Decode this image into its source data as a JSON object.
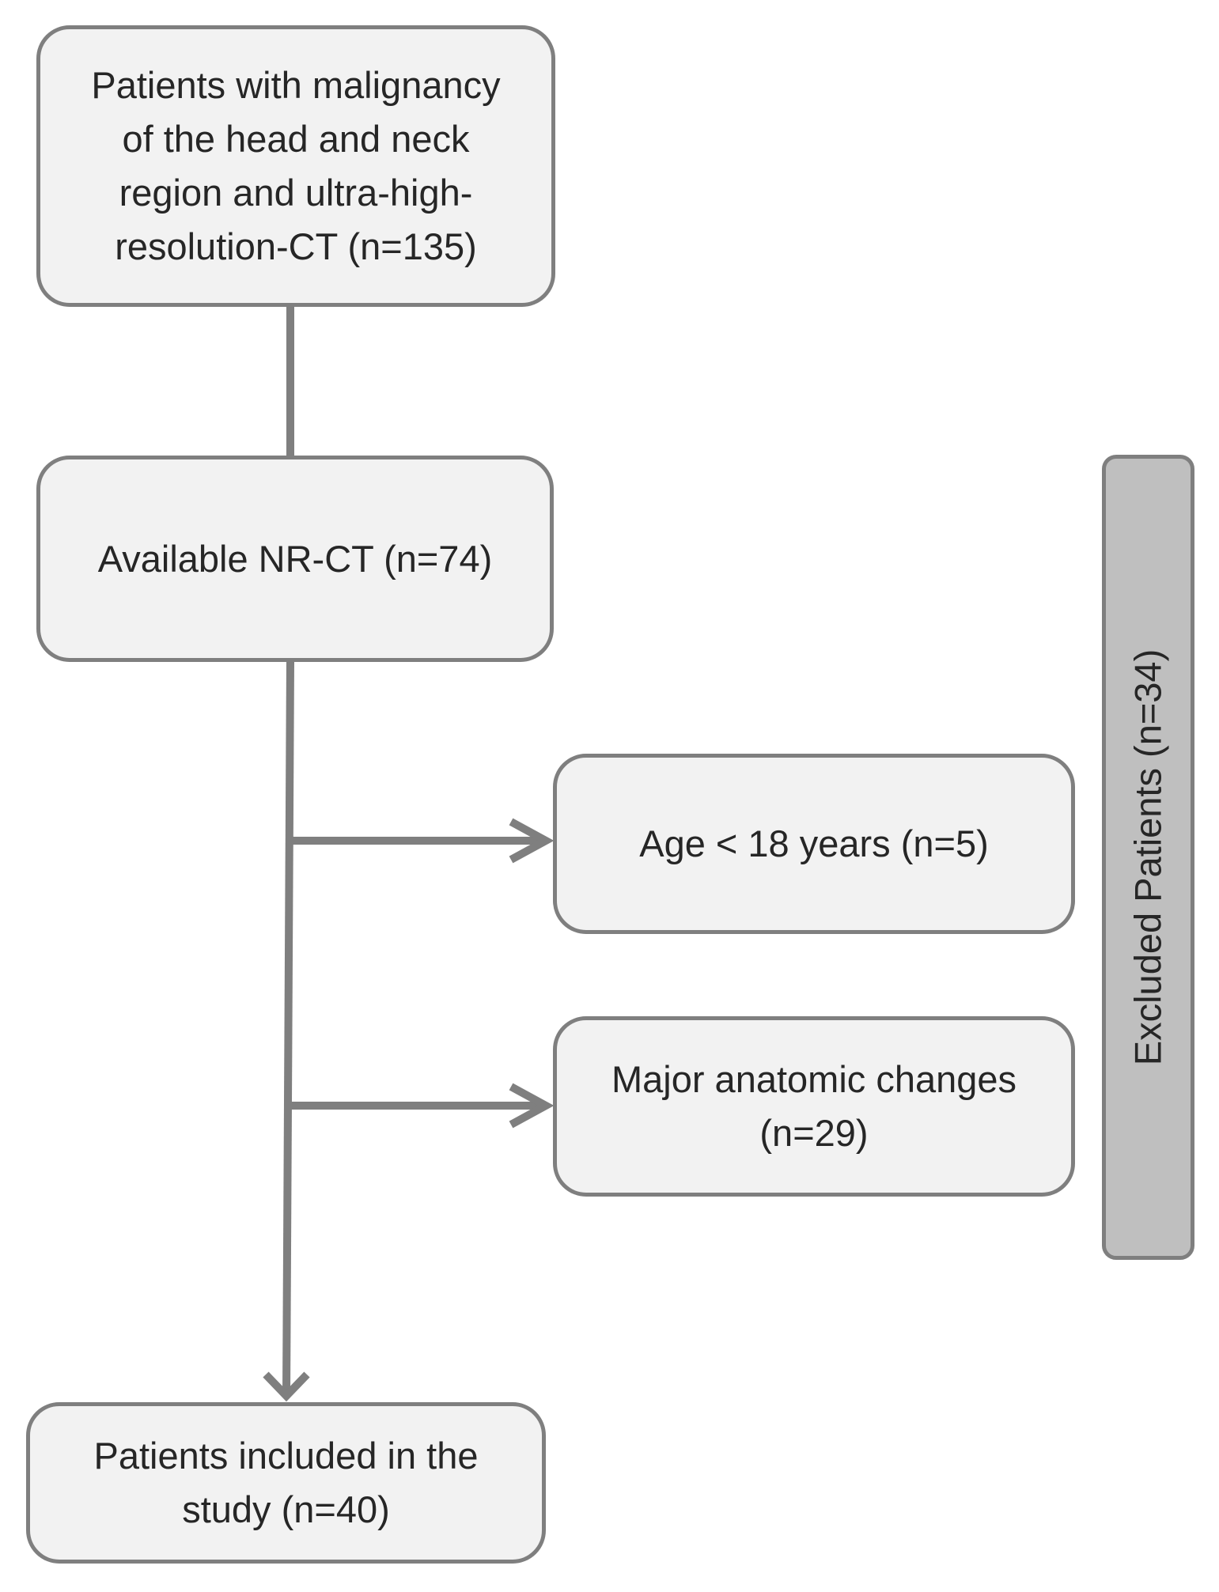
{
  "nodes": {
    "start": "Patients with malignancy\nof the head and neck\nregion and ultra-high-\nresolution-CT  (n=135)",
    "available": "Available NR-CT (n=74)",
    "age": "Age < 18 years (n=5)",
    "anatomic": "Major anatomic changes\n(n=29)",
    "included": "Patients included in the\nstudy  (n=40)"
  },
  "excluded_group": {
    "label": "Excluded Patients (n=34)"
  },
  "colors": {
    "box_fill": "#f2f2f2",
    "box_border": "#7f7f7f",
    "group_fill": "#bfbfbf",
    "text": "#262626"
  }
}
